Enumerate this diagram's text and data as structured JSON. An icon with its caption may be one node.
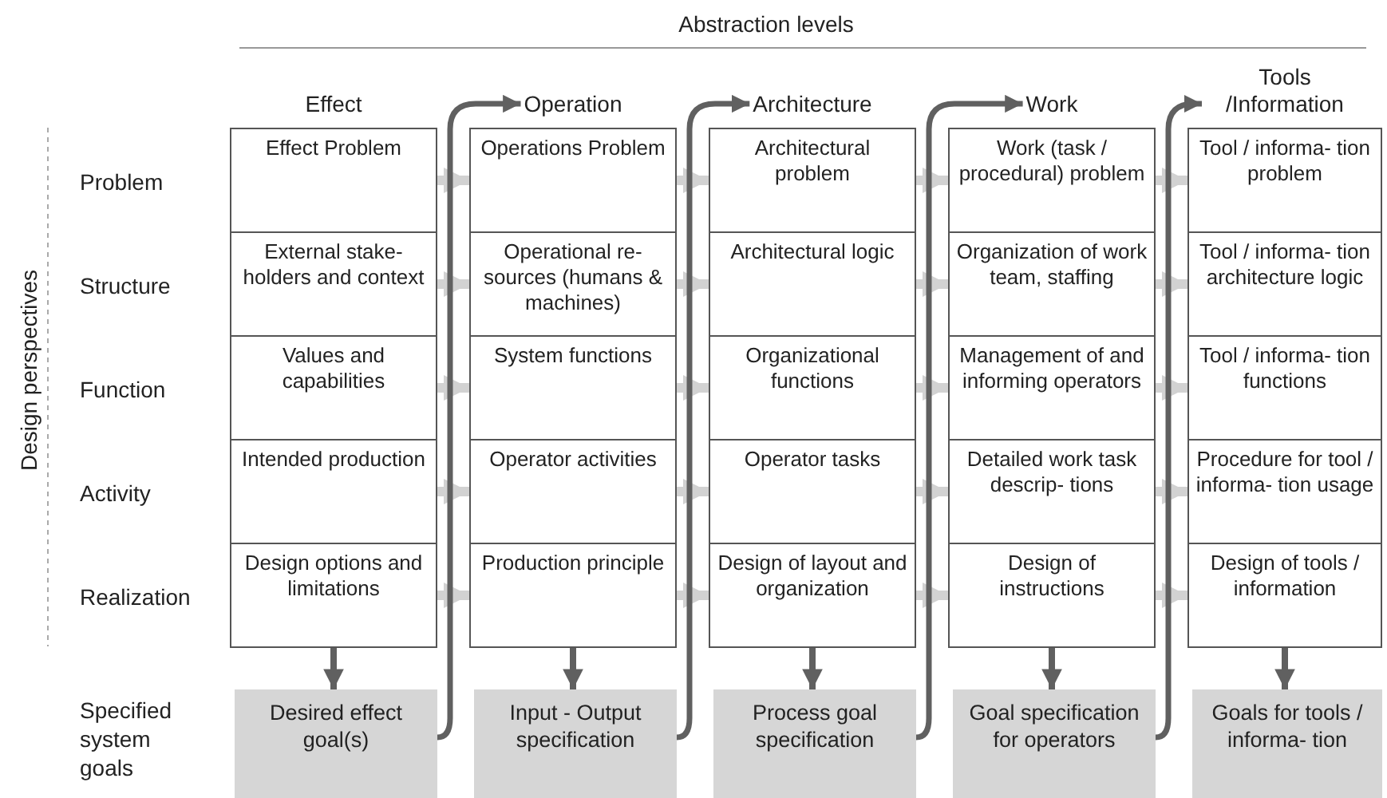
{
  "diagram": {
    "nodes": [
      {
        "text": [
          "Effect"
        ]
      },
      {
        "text": [
          "Operation"
        ]
      },
      {
        "text": [
          "Architecture"
        ]
      },
      {
        "text": [
          "Work"
        ]
      },
      {
        "text": [
          "Tools /Information"
        ]
      },
      {
        "text": [
          "Effect Problem"
        ]
      },
      {
        "text": [
          "Operations Problem"
        ]
      },
      {
        "text": [
          "Architectural problem"
        ]
      },
      {
        "text": [
          "Work (task / procedural) problem"
        ]
      },
      {
        "text": [
          "Tool / informa- tion problem"
        ]
      },
      {
        "text": [
          "External stake- holders and context"
        ]
      },
      {
        "text": [
          "Operational re- sources (humans & machines)"
        ]
      },
      {
        "text": [
          "Architectural logic"
        ]
      },
      {
        "text": [
          "Organization of work team, staffing"
        ]
      },
      {
        "text": [
          "Tool / informa- tion architecture logic"
        ]
      },
      {
        "text": [
          "Values and capabilities"
        ]
      },
      {
        "text": [
          "System functions"
        ]
      },
      {
        "text": [
          "Organizational functions"
        ]
      },
      {
        "text": [
          "Management of and informing operators"
        ]
      },
      {
        "text": [
          "Tool / informa- tion functions"
        ]
      },
      {
        "text": [
          "Intended production"
        ]
      },
      {
        "text": [
          "Operator activities"
        ]
      },
      {
        "text": [
          "Operator tasks"
        ]
      },
      {
        "text": [
          "Detailed work task descrip- tions"
        ]
      },
      {
        "text": [
          "Procedure for tool / informa- tion usage"
        ]
      },
      {
        "text": [
          "Design options and limitations"
        ]
      },
      {
        "text": [
          "Production principle"
        ]
      },
      {
        "text": [
          "Design of layout and organization"
        ]
      },
      {
        "text": [
          "Design of instructions"
        ]
      },
      {
        "text": [
          "Design of tools / information"
        ]
      },
      {
        "text": [
          "Desired effect goal(s)"
        ]
      },
      {
        "text": [
          "Input - Output specification"
        ]
      },
      {
        "text": [
          "Process goal specification"
        ]
      },
      {
        "text": [
          "Goal specification for operators"
        ]
      },
      {
        "text": [
          "Goals for tools / informa- tion"
        ]
      }
    ],
    "edges": [
      {
        "from": 5,
        "to": 6,
        "arrow": "to"
      },
      {
        "from": 6,
        "to": 7,
        "arrow": "to"
      },
      {
        "from": 7,
        "to": 8,
        "arrow": "to"
      },
      {
        "from": 8,
        "to": 9,
        "arrow": "to"
      },
      {
        "from": 10,
        "to": 11,
        "arrow": "to"
      },
      {
        "from": 11,
        "to": 12,
        "arrow": "to"
      },
      {
        "from": 12,
        "to": 13,
        "arrow": "to"
      },
      {
        "from": 13,
        "to": 14,
        "arrow": "to"
      },
      {
        "from": 15,
        "to": 16,
        "arrow": "to"
      },
      {
        "from": 16,
        "to": 17,
        "arrow": "to"
      },
      {
        "from": 17,
        "to": 18,
        "arrow": "to"
      },
      {
        "from": 18,
        "to": 19,
        "arrow": "to"
      },
      {
        "from": 20,
        "to": 21,
        "arrow": "to"
      },
      {
        "from": 21,
        "to": 22,
        "arrow": "to"
      },
      {
        "from": 22,
        "to": 23,
        "arrow": "to"
      },
      {
        "from": 23,
        "to": 24,
        "arrow": "to"
      },
      {
        "from": 25,
        "to": 26,
        "arrow": "to"
      },
      {
        "from": 26,
        "to": 27,
        "arrow": "to"
      },
      {
        "from": 27,
        "to": 28,
        "arrow": "to"
      },
      {
        "from": 28,
        "to": 29,
        "arrow": "to"
      },
      {
        "from": 25,
        "to": 30,
        "arrow": "to",
        "color": "#606060"
      },
      {
        "from": 26,
        "to": 31,
        "arrow": "to",
        "color": "#606060"
      },
      {
        "from": 27,
        "to": 32,
        "arrow": "to",
        "color": "#606060"
      },
      {
        "from": 28,
        "to": 33,
        "arrow": "to",
        "color": "#606060"
      },
      {
        "from": 29,
        "to": 34,
        "arrow": "to",
        "color": "#606060"
      },
      {
        "from": 30,
        "to": 1,
        "arrow": "to",
        "color": "#606060"
      },
      {
        "from": 31,
        "to": 2,
        "arrow": "to",
        "color": "#606060"
      },
      {
        "from": 32,
        "to": 3,
        "arrow": "to",
        "color": "#606060"
      },
      {
        "from": 33,
        "to": 4,
        "arrow": "to",
        "color": "#606060"
      }
    ],
    "labels": [
      "Abstraction levels",
      "Design perspectives",
      "Problem",
      "Structure",
      "Function",
      "Activity",
      "Realization",
      "Specified system goals"
    ]
  }
}
